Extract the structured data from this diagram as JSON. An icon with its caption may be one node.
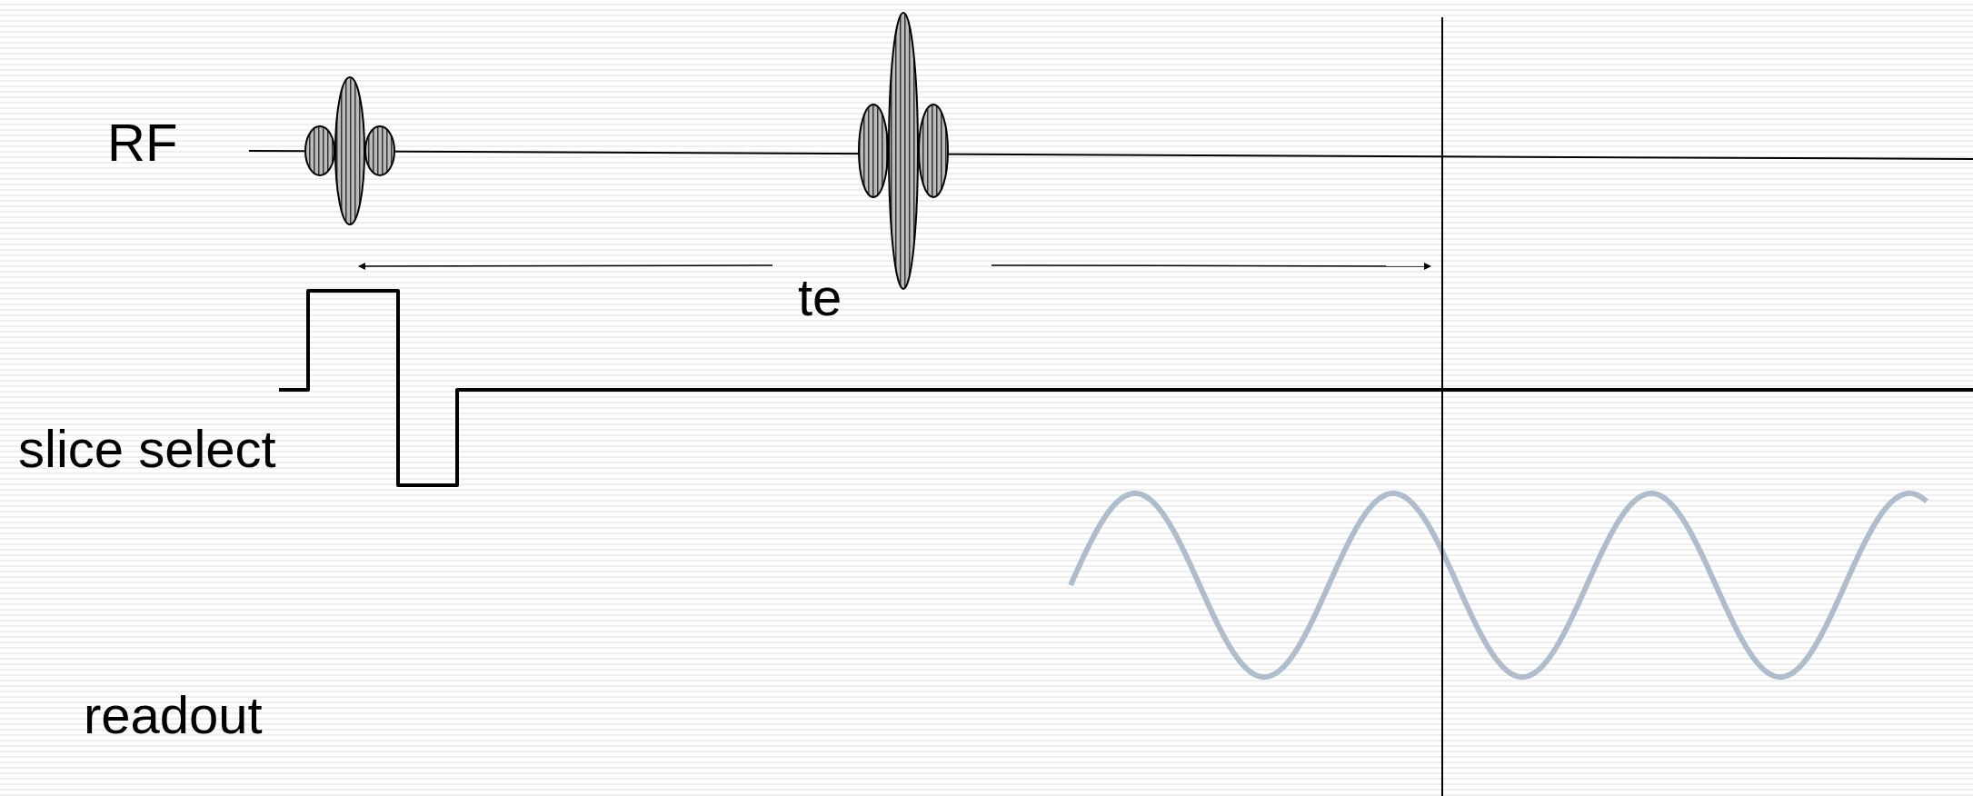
{
  "diagram": {
    "labels": [
      "RF",
      "te",
      "slice select",
      "readout"
    ]
  }
}
